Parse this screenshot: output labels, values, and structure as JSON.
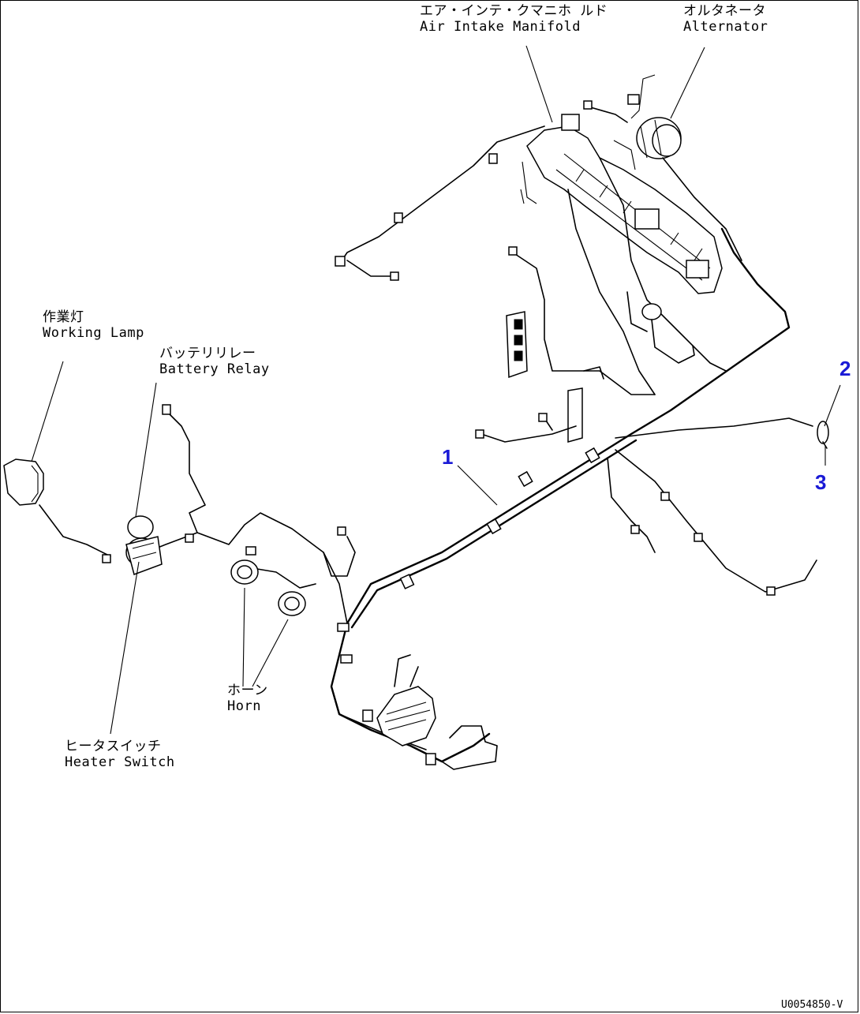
{
  "labels": {
    "air_intake_jp": "エア・インテ・クマニホ ルド",
    "air_intake_en": "Air Intake Manifold",
    "alternator_jp": "オルタネータ",
    "alternator_en": "Alternator",
    "working_lamp_jp": "作業灯",
    "working_lamp_en": "Working Lamp",
    "battery_relay_jp": "バッテリリレー",
    "battery_relay_en": "Battery Relay",
    "horn_jp": "ホーン",
    "horn_en": "Horn",
    "heater_switch_jp": "ヒータスイッチ",
    "heater_switch_en": "Heater Switch"
  },
  "callouts": {
    "c1": "1",
    "c2": "2",
    "c3": "3"
  },
  "drawing_code": "U0054850-V",
  "colors": {
    "callout": "#1a1ad6",
    "line": "#000000"
  }
}
